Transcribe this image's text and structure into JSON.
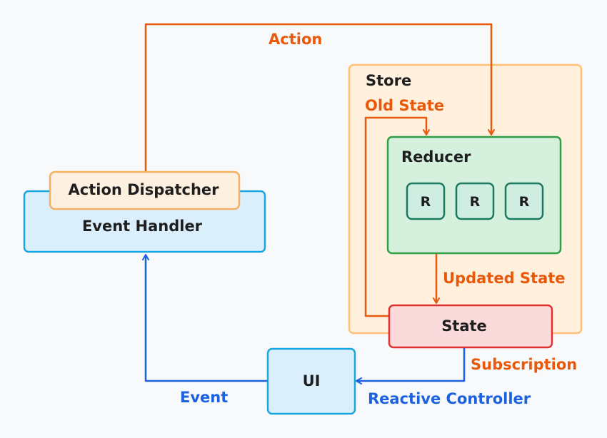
{
  "colors": {
    "orange": "#e8590c",
    "blue": "#1c62e0",
    "store_stroke": "#ffc078",
    "store_fill": "#fff1de",
    "reducer_stroke": "#2f9e44",
    "reducer_fill": "#d5f1dd",
    "r_stroke": "#1a7a5f",
    "r_fill": "#cfede0",
    "state_stroke": "#e03131",
    "state_fill": "#fbdadc",
    "handler_stroke": "#1aa7e0",
    "handler_fill": "#dbeefb",
    "dispatcher_stroke": "#f4b061",
    "dispatcher_fill": "#fdf0e0"
  },
  "nodes": {
    "store": "Store",
    "reducer": "Reducer",
    "reducers": [
      "R",
      "R",
      "R"
    ],
    "state": "State",
    "event_handler": "Event Handler",
    "action_dispatcher": "Action Dispatcher",
    "ui": "UI"
  },
  "edges": {
    "action": "Action",
    "old_state": "Old State",
    "updated_state": "Updated State",
    "subscription": "Subscription",
    "reactive_controller": "Reactive Controller",
    "event": "Event"
  }
}
